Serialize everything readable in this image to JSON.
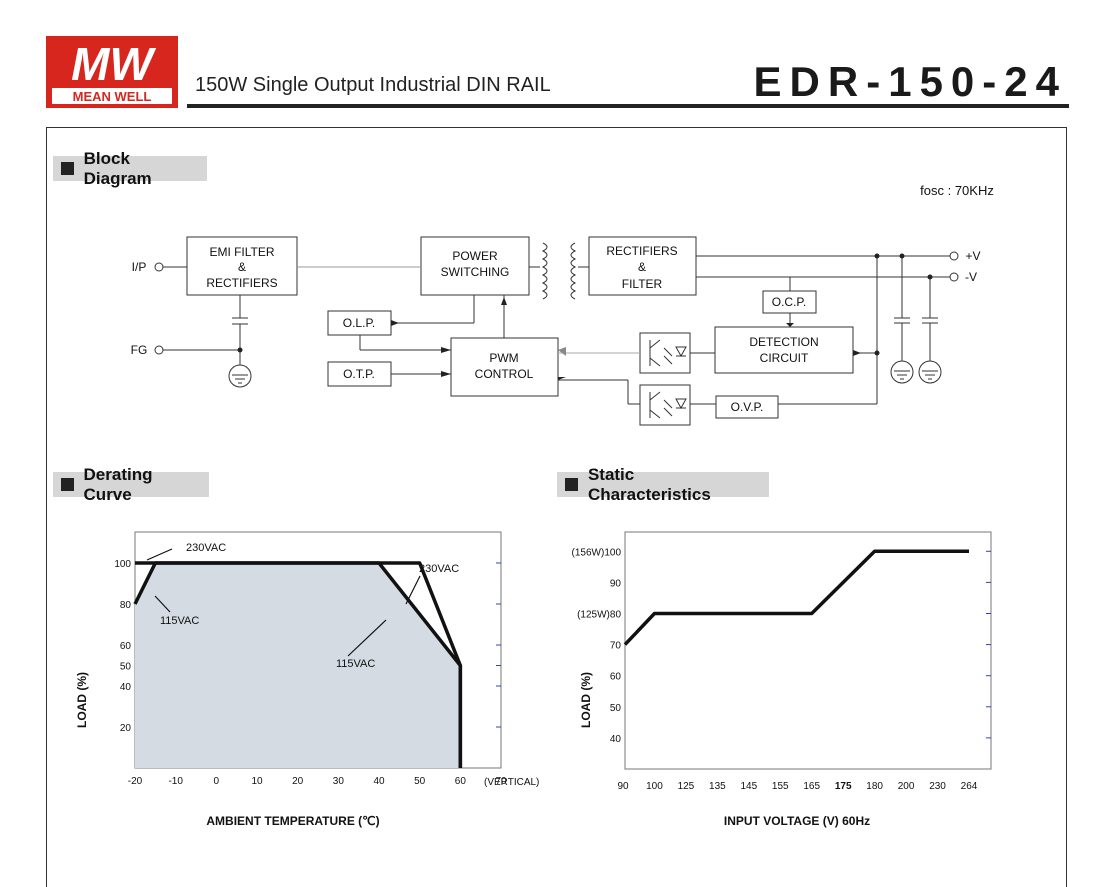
{
  "header": {
    "brand_mark": "MW",
    "brand_name": "MEAN WELL",
    "subtitle": "150W Single Output Industrial DIN RAIL",
    "model": "EDR-150-24"
  },
  "sections": {
    "block_diagram": "Block Diagram",
    "derating": "Derating Curve",
    "static": "Static Characteristics"
  },
  "block_diagram": {
    "fosc": "fosc : 70KHz",
    "ip_label": "I/P",
    "fg_label": "FG",
    "emi_line1": "EMI FILTER",
    "emi_line2": "&",
    "emi_line3": "RECTIFIERS",
    "pwr_line1": "POWER",
    "pwr_line2": "SWITCHING",
    "rect_line1": "RECTIFIERS",
    "rect_line2": "&",
    "rect_line3": "FILTER",
    "olp": "O.L.P.",
    "otp": "O.T.P.",
    "pwm_line1": "PWM",
    "pwm_line2": "CONTROL",
    "ocp": "O.C.P.",
    "det_line1": "DETECTION",
    "det_line2": "CIRCUIT",
    "ovp": "O.V.P.",
    "vplus": "+V",
    "vminus": "-V"
  },
  "chart_data": [
    {
      "type": "area",
      "xlabel": "AMBIENT TEMPERATURE (℃)",
      "ylabel": "LOAD (%)",
      "x_ticks": [
        "-20",
        "-10",
        "0",
        "10",
        "20",
        "30",
        "40",
        "50",
        "60",
        "70"
      ],
      "x_tick_suffix": "(VERTICAL)",
      "y_ticks": [
        "20",
        "40",
        "50",
        "60",
        "80",
        "100"
      ],
      "xlim": [
        -20,
        70
      ],
      "ylim": [
        0,
        100
      ],
      "series": [
        {
          "name": "230VAC",
          "points": [
            [
              -20,
              100
            ],
            [
              50,
              100
            ],
            [
              60,
              50
            ],
            [
              60,
              0
            ]
          ]
        },
        {
          "name": "115VAC",
          "points": [
            [
              -20,
              80
            ],
            [
              -15,
              100
            ],
            [
              40,
              100
            ],
            [
              60,
              50
            ],
            [
              60,
              0
            ]
          ]
        }
      ],
      "annotations": [
        "230VAC",
        "115VAC",
        "230VAC",
        "115VAC"
      ]
    },
    {
      "type": "line",
      "xlabel": "INPUT VOLTAGE (V) 60Hz",
      "ylabel": "LOAD (%)",
      "x_ticks": [
        "90",
        "100",
        "125",
        "135",
        "145",
        "155",
        "165",
        "175",
        "180",
        "200",
        "230",
        "264"
      ],
      "y_ticks": [
        "40",
        "50",
        "60",
        "70",
        "(125W)80",
        "90",
        "(156W)100"
      ],
      "ylim": [
        30,
        100
      ],
      "series": [
        {
          "name": "",
          "points": [
            [
              "90",
              70
            ],
            [
              "100",
              80
            ],
            [
              "165",
              80
            ],
            [
              "180",
              100
            ],
            [
              "264",
              100
            ]
          ]
        }
      ]
    }
  ]
}
